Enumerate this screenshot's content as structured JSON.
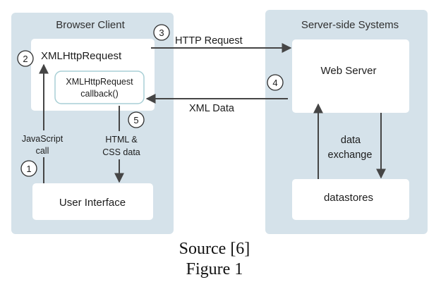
{
  "diagram": {
    "browser_panel_title": "Browser Client",
    "server_panel_title": "Server-side Systems",
    "xmlhttprequest_label": "XMLHttpRequest",
    "callback_line1": "XMLHttpRequest",
    "callback_line2": "callback()",
    "user_interface_label": "User Interface",
    "web_server_label": "Web Server",
    "datastores_label": "datastores",
    "http_request_label": "HTTP Request",
    "xml_data_label": "XML Data",
    "javascript_call_line1": "JavaScript",
    "javascript_call_line2": "call",
    "html_css_line1": "HTML &",
    "html_css_line2": "CSS data",
    "data_exchange_line1": "data",
    "data_exchange_line2": "exchange",
    "steps": [
      "1",
      "2",
      "3",
      "4",
      "5"
    ]
  },
  "caption": {
    "source": "Source [6]",
    "figure": "Figure 1"
  },
  "colors": {
    "panel_fill": "#d5e2ea",
    "box_fill": "#ffffff",
    "callback_border": "#a8cfd5",
    "arrow": "#454545"
  }
}
